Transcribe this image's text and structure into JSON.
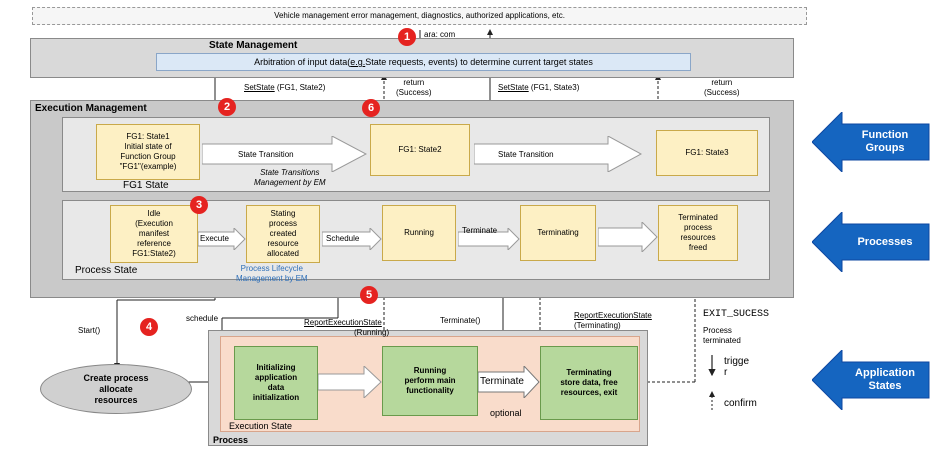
{
  "top_banner": "Vehicle management error management, diagnostics, authorized applications, etc.",
  "ara_com": "ara: com",
  "state_mgmt": {
    "title": "State Management",
    "arbitration_prefix": "Arbitration of input data(",
    "arbitration_underlined": "e.g.",
    "arbitration_suffix": " State requests, events) to determine current target states"
  },
  "execution_mgmt": {
    "title": "Execution Management"
  },
  "badges": [
    "1",
    "2",
    "3",
    "4",
    "5",
    "6"
  ],
  "setstate1": {
    "fn": "SetState",
    "args": " (FG1, State2)"
  },
  "setstate2": {
    "fn": "SetState",
    "args": " (FG1, State3)"
  },
  "return1": [
    "return",
    "(Success)"
  ],
  "return2": [
    "return",
    "(Success)"
  ],
  "fg1_state": {
    "box1": [
      "FG1: State1",
      "Initial state of",
      "Function Group",
      "\"FG1\"(example)"
    ],
    "transition1": "State Transition",
    "caption": [
      "State Transitions",
      "Management by EM"
    ],
    "box2": "FG1: State2",
    "transition2": "State Transition",
    "box3": "FG1: State3",
    "label": "FG1 State"
  },
  "process_state": {
    "idle": [
      "Idle",
      "(Execution",
      "manifest",
      "reference",
      "FG1:State2)"
    ],
    "execute": "Execute",
    "stating": [
      "Stating",
      "process",
      "created",
      "resource",
      "allocated"
    ],
    "schedule": "Schedule",
    "running": "Running",
    "terminate": "Terminate",
    "terminating": "Terminating",
    "terminated": [
      "Terminated",
      "process",
      "resources",
      "freed"
    ],
    "label": "Process State",
    "lifecycle": [
      "Process Lifecycle",
      "Management by EM"
    ]
  },
  "lower": {
    "start": "Start()",
    "schedule": "schedule",
    "report1": {
      "fn": "ReportExecutionState",
      "arg": "(Running)"
    },
    "terminate_call": "Terminate()",
    "report2": {
      "fn": "ReportExecutionState",
      "arg": "(Terminating)"
    },
    "exit_success": "EXIT_SUCESS",
    "process_terminated": [
      "Process",
      "terminated"
    ],
    "trigger": [
      "trigge",
      "r"
    ],
    "confirm": "confirm",
    "create_process": [
      "Create process",
      "allocate",
      "resources"
    ],
    "init_box": [
      "Initializing",
      "application",
      "data",
      "initialization"
    ],
    "running_box": [
      "Running",
      "perform main",
      "functionality"
    ],
    "terminate_box": "Terminate",
    "optional": "optional",
    "terminating_box": [
      "Terminating",
      "store data, free",
      "resources, exit"
    ],
    "exec_state_label": "Execution State",
    "process_label": "Process"
  },
  "side_arrows": {
    "function_groups": [
      "Function",
      "Groups"
    ],
    "processes": [
      "Processes"
    ],
    "application_states": [
      "Application",
      "States"
    ]
  },
  "colors": {
    "accent_blue": "#1565c0",
    "badge_red": "#e52320",
    "yellow_box": "#fdf0c4",
    "green_box": "#b6d89c",
    "exec_bg": "#f9dccb"
  }
}
